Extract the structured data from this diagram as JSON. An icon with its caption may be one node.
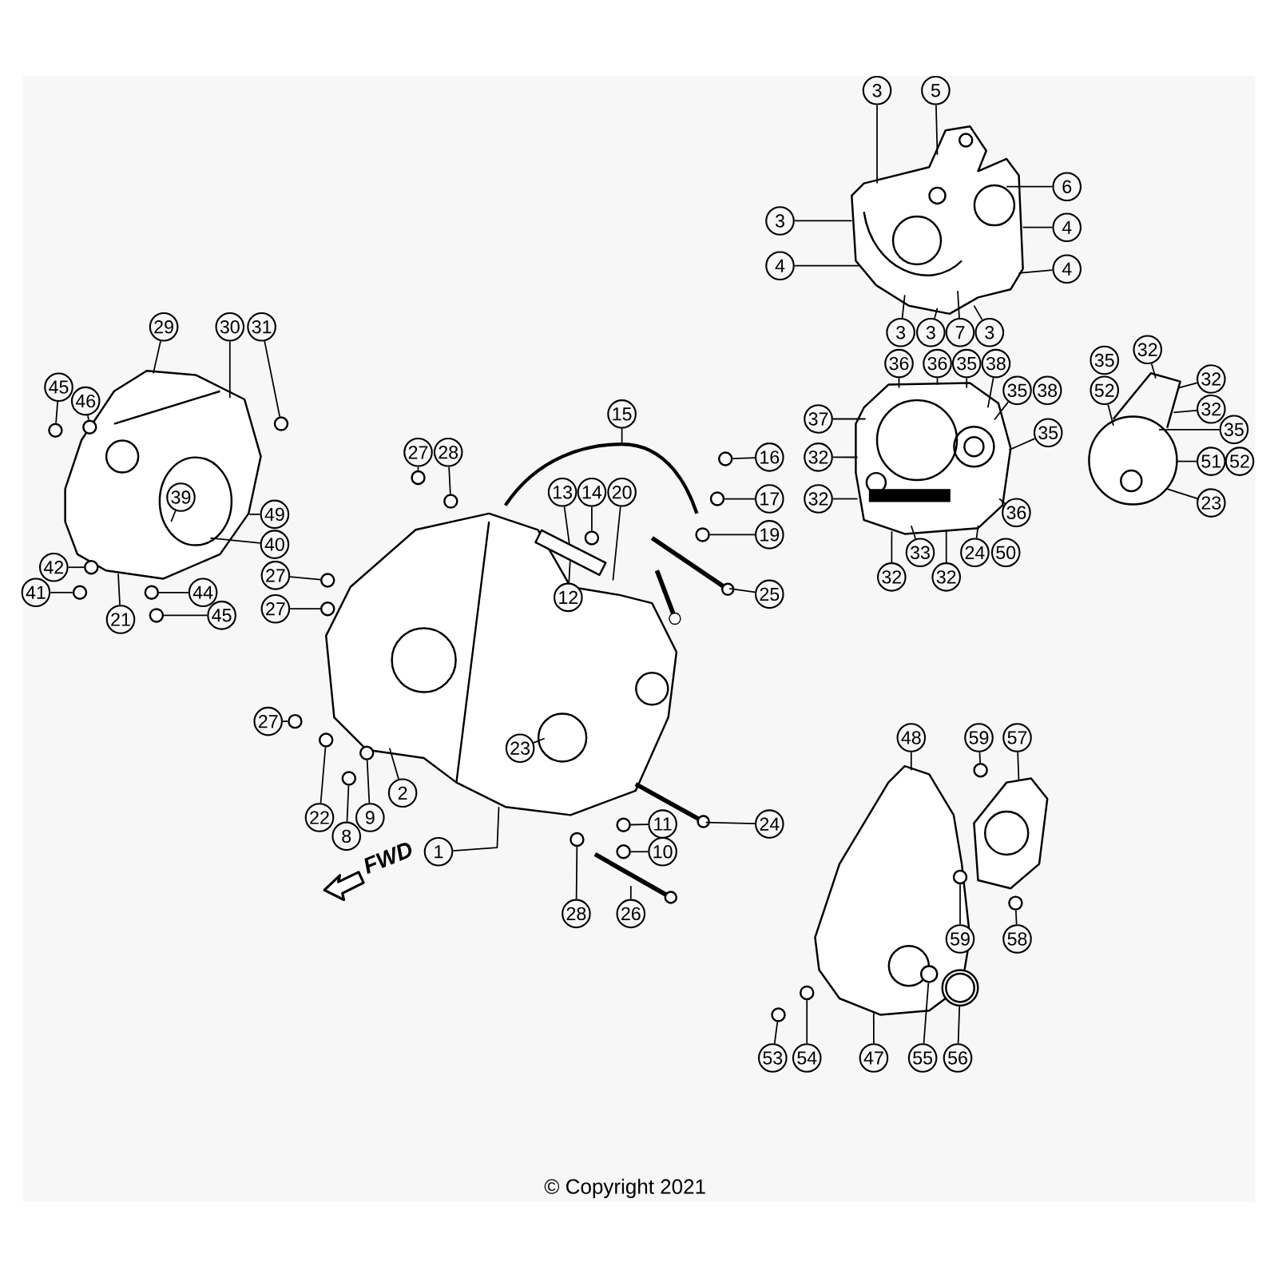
{
  "diagram": {
    "nodes": [
      {
        "text": [
          "3"
        ]
      },
      {
        "text": [
          "5"
        ]
      },
      {
        "text": [
          "6"
        ]
      },
      {
        "text": [
          "3"
        ]
      },
      {
        "text": [
          "4"
        ]
      },
      {
        "text": [
          "4"
        ]
      },
      {
        "text": [
          "4"
        ]
      },
      {
        "text": [
          "3"
        ]
      },
      {
        "text": [
          "3"
        ]
      },
      {
        "text": [
          "7"
        ]
      },
      {
        "text": [
          "3"
        ]
      },
      {
        "text": [
          "36"
        ]
      },
      {
        "text": [
          "36"
        ]
      },
      {
        "text": [
          "35"
        ]
      },
      {
        "text": [
          "38"
        ]
      },
      {
        "text": [
          "35"
        ]
      },
      {
        "text": [
          "38"
        ]
      },
      {
        "text": [
          "37"
        ]
      },
      {
        "text": [
          "35"
        ]
      },
      {
        "text": [
          "32"
        ]
      },
      {
        "text": [
          "32"
        ]
      },
      {
        "text": [
          "36"
        ]
      },
      {
        "text": [
          "32"
        ]
      },
      {
        "text": [
          "33"
        ]
      },
      {
        "text": [
          "32"
        ]
      },
      {
        "text": [
          "24"
        ]
      },
      {
        "text": [
          "50"
        ]
      },
      {
        "text": [
          "35"
        ]
      },
      {
        "text": [
          "32"
        ]
      },
      {
        "text": [
          "52"
        ]
      },
      {
        "text": [
          "32"
        ]
      },
      {
        "text": [
          "32"
        ]
      },
      {
        "text": [
          "35"
        ]
      },
      {
        "text": [
          "51"
        ]
      },
      {
        "text": [
          "52"
        ]
      },
      {
        "text": [
          "23"
        ]
      },
      {
        "text": [
          "29"
        ]
      },
      {
        "text": [
          "30"
        ]
      },
      {
        "text": [
          "31"
        ]
      },
      {
        "text": [
          "45"
        ]
      },
      {
        "text": [
          "46"
        ],
        "in": 87
      },
      {
        "text": [
          "39"
        ],
        "in": 87
      },
      {
        "text": [
          "49"
        ]
      },
      {
        "text": [
          "40"
        ]
      },
      {
        "text": [
          "42"
        ]
      },
      {
        "text": [
          "41"
        ]
      },
      {
        "text": [
          "44"
        ]
      },
      {
        "text": [
          "45"
        ]
      },
      {
        "text": [
          "21"
        ]
      },
      {
        "text": [
          "15"
        ]
      },
      {
        "text": [
          "27"
        ]
      },
      {
        "text": [
          "28"
        ]
      },
      {
        "text": [
          "16"
        ]
      },
      {
        "text": [
          "17"
        ]
      },
      {
        "text": [
          "13"
        ],
        "in": 97
      },
      {
        "text": [
          "14"
        ],
        "in": 97
      },
      {
        "text": [
          "20"
        ],
        "in": 97
      },
      {
        "text": [
          "19"
        ]
      },
      {
        "text": [
          "12"
        ],
        "in": 102
      },
      {
        "text": [
          "27"
        ]
      },
      {
        "text": [
          "25"
        ]
      },
      {
        "text": [
          "27"
        ]
      },
      {
        "text": [
          "27"
        ]
      },
      {
        "text": [
          "23"
        ],
        "in": 102
      },
      {
        "text": [
          "2"
        ],
        "in": 102
      },
      {
        "text": [
          "22"
        ]
      },
      {
        "text": [
          "8"
        ]
      },
      {
        "text": [
          "9"
        ]
      },
      {
        "text": [
          "1"
        ]
      },
      {
        "text": [
          "11"
        ]
      },
      {
        "text": [
          "24"
        ]
      },
      {
        "text": [
          "10"
        ]
      },
      {
        "text": [
          "28"
        ]
      },
      {
        "text": [
          "26"
        ]
      },
      {
        "text": [
          "48"
        ]
      },
      {
        "text": [
          "59"
        ]
      },
      {
        "text": [
          "57"
        ]
      },
      {
        "text": [
          "59"
        ]
      },
      {
        "text": [
          "58"
        ]
      },
      {
        "text": [
          "53"
        ]
      },
      {
        "text": [
          "54"
        ]
      },
      {
        "text": [
          "47"
        ]
      },
      {
        "text": [
          "55"
        ]
      },
      {
        "text": [
          "56"
        ]
      },
      {
        "text": [],
        "shape": "picture"
      },
      {
        "text": [],
        "shape": "picture"
      },
      {
        "text": [],
        "shape": "picture"
      },
      {
        "text": [],
        "shape": "picture"
      },
      {
        "text": [],
        "shape": "circle"
      },
      {
        "text": [],
        "shape": "circle",
        "in": 87
      },
      {
        "text": [],
        "shape": "circle"
      },
      {
        "text": [],
        "shape": "circle",
        "in": 87
      },
      {
        "text": [],
        "shape": "circle"
      },
      {
        "text": [],
        "shape": "circle"
      },
      {
        "text": [],
        "shape": "circle"
      },
      {
        "text": [],
        "shape": "circle"
      },
      {
        "text": [],
        "shape": "circle"
      },
      {
        "text": [],
        "shape": "picture"
      },
      {
        "text": [],
        "shape": "circle"
      },
      {
        "text": [],
        "shape": "circle"
      },
      {
        "text": [],
        "shape": "circle",
        "in": 102
      },
      {
        "text": [],
        "shape": "box",
        "in": 102
      },
      {
        "text": [],
        "shape": "picture"
      },
      {
        "text": [],
        "shape": "picture"
      },
      {
        "text": [],
        "shape": "circle"
      },
      {
        "text": [],
        "shape": "circle"
      },
      {
        "text": [],
        "shape": "circle"
      },
      {
        "text": [],
        "shape": "circle"
      },
      {
        "text": [],
        "shape": "circle"
      },
      {
        "text": [],
        "shape": "circle",
        "in": 102
      },
      {
        "text": [],
        "shape": "circle",
        "in": 102
      },
      {
        "text": [],
        "shape": "circle"
      },
      {
        "text": [],
        "shape": "circle"
      },
      {
        "text": [],
        "shape": "circle"
      },
      {
        "text": [],
        "shape": "picture"
      },
      {
        "text": [],
        "shape": "picture"
      },
      {
        "text": [],
        "shape": "picture"
      },
      {
        "text": [],
        "shape": "picture"
      },
      {
        "text": [],
        "shape": "circle"
      },
      {
        "text": [],
        "shape": "circle",
        "in": 116
      },
      {
        "text": [],
        "shape": "circle"
      },
      {
        "text": [],
        "shape": "circle"
      },
      {
        "text": [],
        "shape": "circle"
      },
      {
        "text": [],
        "shape": "circle",
        "in": 116
      },
      {
        "text": [],
        "shape": "circle"
      }
    ],
    "edges": [
      {
        "from": 0,
        "to": 84,
        "arrow": "none"
      },
      {
        "from": 1,
        "to": 84,
        "arrow": "none"
      },
      {
        "from": 2,
        "to": 84,
        "arrow": "none"
      },
      {
        "from": 3,
        "to": 84,
        "arrow": "none"
      },
      {
        "from": 4,
        "to": 84,
        "arrow": "none"
      },
      {
        "from": 5,
        "to": 84,
        "arrow": "none"
      },
      {
        "from": 6,
        "to": 84,
        "arrow": "none"
      },
      {
        "from": 7,
        "to": 84,
        "arrow": "none"
      },
      {
        "from": 8,
        "to": 84,
        "arrow": "none"
      },
      {
        "from": 9,
        "to": 84,
        "arrow": "none"
      },
      {
        "from": 10,
        "to": 84,
        "arrow": "none"
      },
      {
        "from": 11,
        "to": 85,
        "arrow": "none"
      },
      {
        "from": 12,
        "to": 85,
        "arrow": "none"
      },
      {
        "from": 13,
        "to": 85,
        "arrow": "none"
      },
      {
        "from": 14,
        "to": 85,
        "arrow": "none"
      },
      {
        "from": 15,
        "to": 85,
        "arrow": "none"
      },
      {
        "from": 17,
        "to": 85,
        "arrow": "none"
      },
      {
        "from": 18,
        "to": 85,
        "arrow": "none"
      },
      {
        "from": 19,
        "to": 85,
        "arrow": "none"
      },
      {
        "from": 20,
        "to": 85,
        "arrow": "none"
      },
      {
        "from": 21,
        "to": 85,
        "arrow": "none"
      },
      {
        "from": 22,
        "to": 85,
        "arrow": "none"
      },
      {
        "from": 23,
        "to": 85,
        "arrow": "none"
      },
      {
        "from": 24,
        "to": 85,
        "arrow": "none"
      },
      {
        "from": 25,
        "to": 85,
        "arrow": "none"
      },
      {
        "from": 28,
        "to": 86,
        "arrow": "none"
      },
      {
        "from": 29,
        "to": 86,
        "arrow": "none"
      },
      {
        "from": 30,
        "to": 86,
        "arrow": "none"
      },
      {
        "from": 31,
        "to": 86,
        "arrow": "none"
      },
      {
        "from": 32,
        "to": 86,
        "arrow": "none"
      },
      {
        "from": 33,
        "to": 86,
        "arrow": "none"
      },
      {
        "from": 35,
        "to": 86,
        "arrow": "none"
      },
      {
        "from": 36,
        "to": 87,
        "arrow": "none"
      },
      {
        "from": 37,
        "to": 87,
        "arrow": "none"
      },
      {
        "from": 38,
        "to": 90,
        "arrow": "none"
      },
      {
        "from": 39,
        "to": 88,
        "arrow": "none"
      },
      {
        "from": 40,
        "to": 89,
        "arrow": "none"
      },
      {
        "from": 41,
        "to": 87,
        "arrow": "none"
      },
      {
        "from": 42,
        "to": 87,
        "arrow": "none"
      },
      {
        "from": 43,
        "to": 87,
        "arrow": "none"
      },
      {
        "from": 44,
        "to": 91,
        "arrow": "none"
      },
      {
        "from": 45,
        "to": 92,
        "arrow": "none"
      },
      {
        "from": 46,
        "to": 93,
        "arrow": "none"
      },
      {
        "from": 47,
        "to": 94,
        "arrow": "none"
      },
      {
        "from": 48,
        "to": 87,
        "arrow": "none"
      },
      {
        "from": 49,
        "to": 97,
        "arrow": "none"
      },
      {
        "from": 50,
        "to": 95,
        "arrow": "none"
      },
      {
        "from": 51,
        "to": 96,
        "arrow": "none"
      },
      {
        "from": 52,
        "to": 98,
        "arrow": "none"
      },
      {
        "from": 53,
        "to": 99,
        "arrow": "none"
      },
      {
        "from": 54,
        "to": 101,
        "arrow": "none"
      },
      {
        "from": 55,
        "to": 100,
        "arrow": "none"
      },
      {
        "from": 56,
        "to": 102,
        "arrow": "none"
      },
      {
        "from": 57,
        "to": 104,
        "arrow": "none"
      },
      {
        "from": 58,
        "to": 101,
        "arrow": "none"
      },
      {
        "from": 59,
        "to": 105,
        "arrow": "none"
      },
      {
        "from": 60,
        "to": 103,
        "arrow": "none"
      },
      {
        "from": 61,
        "to": 106,
        "arrow": "none"
      },
      {
        "from": 62,
        "to": 107,
        "arrow": "none"
      },
      {
        "from": 63,
        "to": 102,
        "arrow": "none"
      },
      {
        "from": 64,
        "to": 102,
        "arrow": "none"
      },
      {
        "from": 65,
        "to": 108,
        "arrow": "none"
      },
      {
        "from": 66,
        "to": 109,
        "arrow": "none"
      },
      {
        "from": 67,
        "to": 110,
        "arrow": "none"
      },
      {
        "from": 68,
        "to": 102,
        "arrow": "none"
      },
      {
        "from": 69,
        "to": 112,
        "arrow": "none"
      },
      {
        "from": 70,
        "to": 114,
        "arrow": "none"
      },
      {
        "from": 71,
        "to": 113,
        "arrow": "none"
      },
      {
        "from": 72,
        "to": 111,
        "arrow": "none"
      },
      {
        "from": 73,
        "to": 115,
        "arrow": "none"
      },
      {
        "from": 74,
        "to": 116,
        "arrow": "none"
      },
      {
        "from": 75,
        "to": 118,
        "arrow": "none"
      },
      {
        "from": 76,
        "to": 117,
        "arrow": "none"
      },
      {
        "from": 77,
        "to": 119,
        "arrow": "none"
      },
      {
        "from": 78,
        "to": 120,
        "arrow": "none"
      },
      {
        "from": 79,
        "to": 121,
        "arrow": "none"
      },
      {
        "from": 80,
        "to": 122,
        "arrow": "none"
      },
      {
        "from": 81,
        "to": 116,
        "arrow": "none"
      },
      {
        "from": 82,
        "to": 123,
        "arrow": "none"
      },
      {
        "from": 83,
        "to": 124,
        "arrow": "none"
      }
    ],
    "labels": [
      "FWD",
      "© Copyright 2021"
    ]
  }
}
